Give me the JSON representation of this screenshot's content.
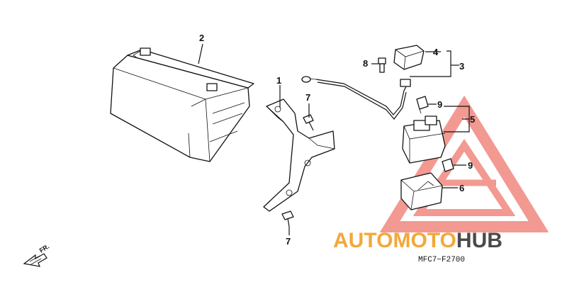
{
  "callouts": {
    "c1": "1",
    "c2": "2",
    "c3": "3",
    "c4": "4",
    "c5": "5",
    "c6": "6",
    "c7a": "7",
    "c7b": "7",
    "c8": "8",
    "c9a": "9",
    "c9b": "9"
  },
  "direction_label": "FR.",
  "diagram_code": "MFC7−F2700",
  "watermark": {
    "part1": "AUTO",
    "part2": "MOTO",
    "part3": "HUB",
    "color_orange": "#f2a83b",
    "color_gray": "#4a4a4a",
    "triangle_color": "#e8473a"
  }
}
